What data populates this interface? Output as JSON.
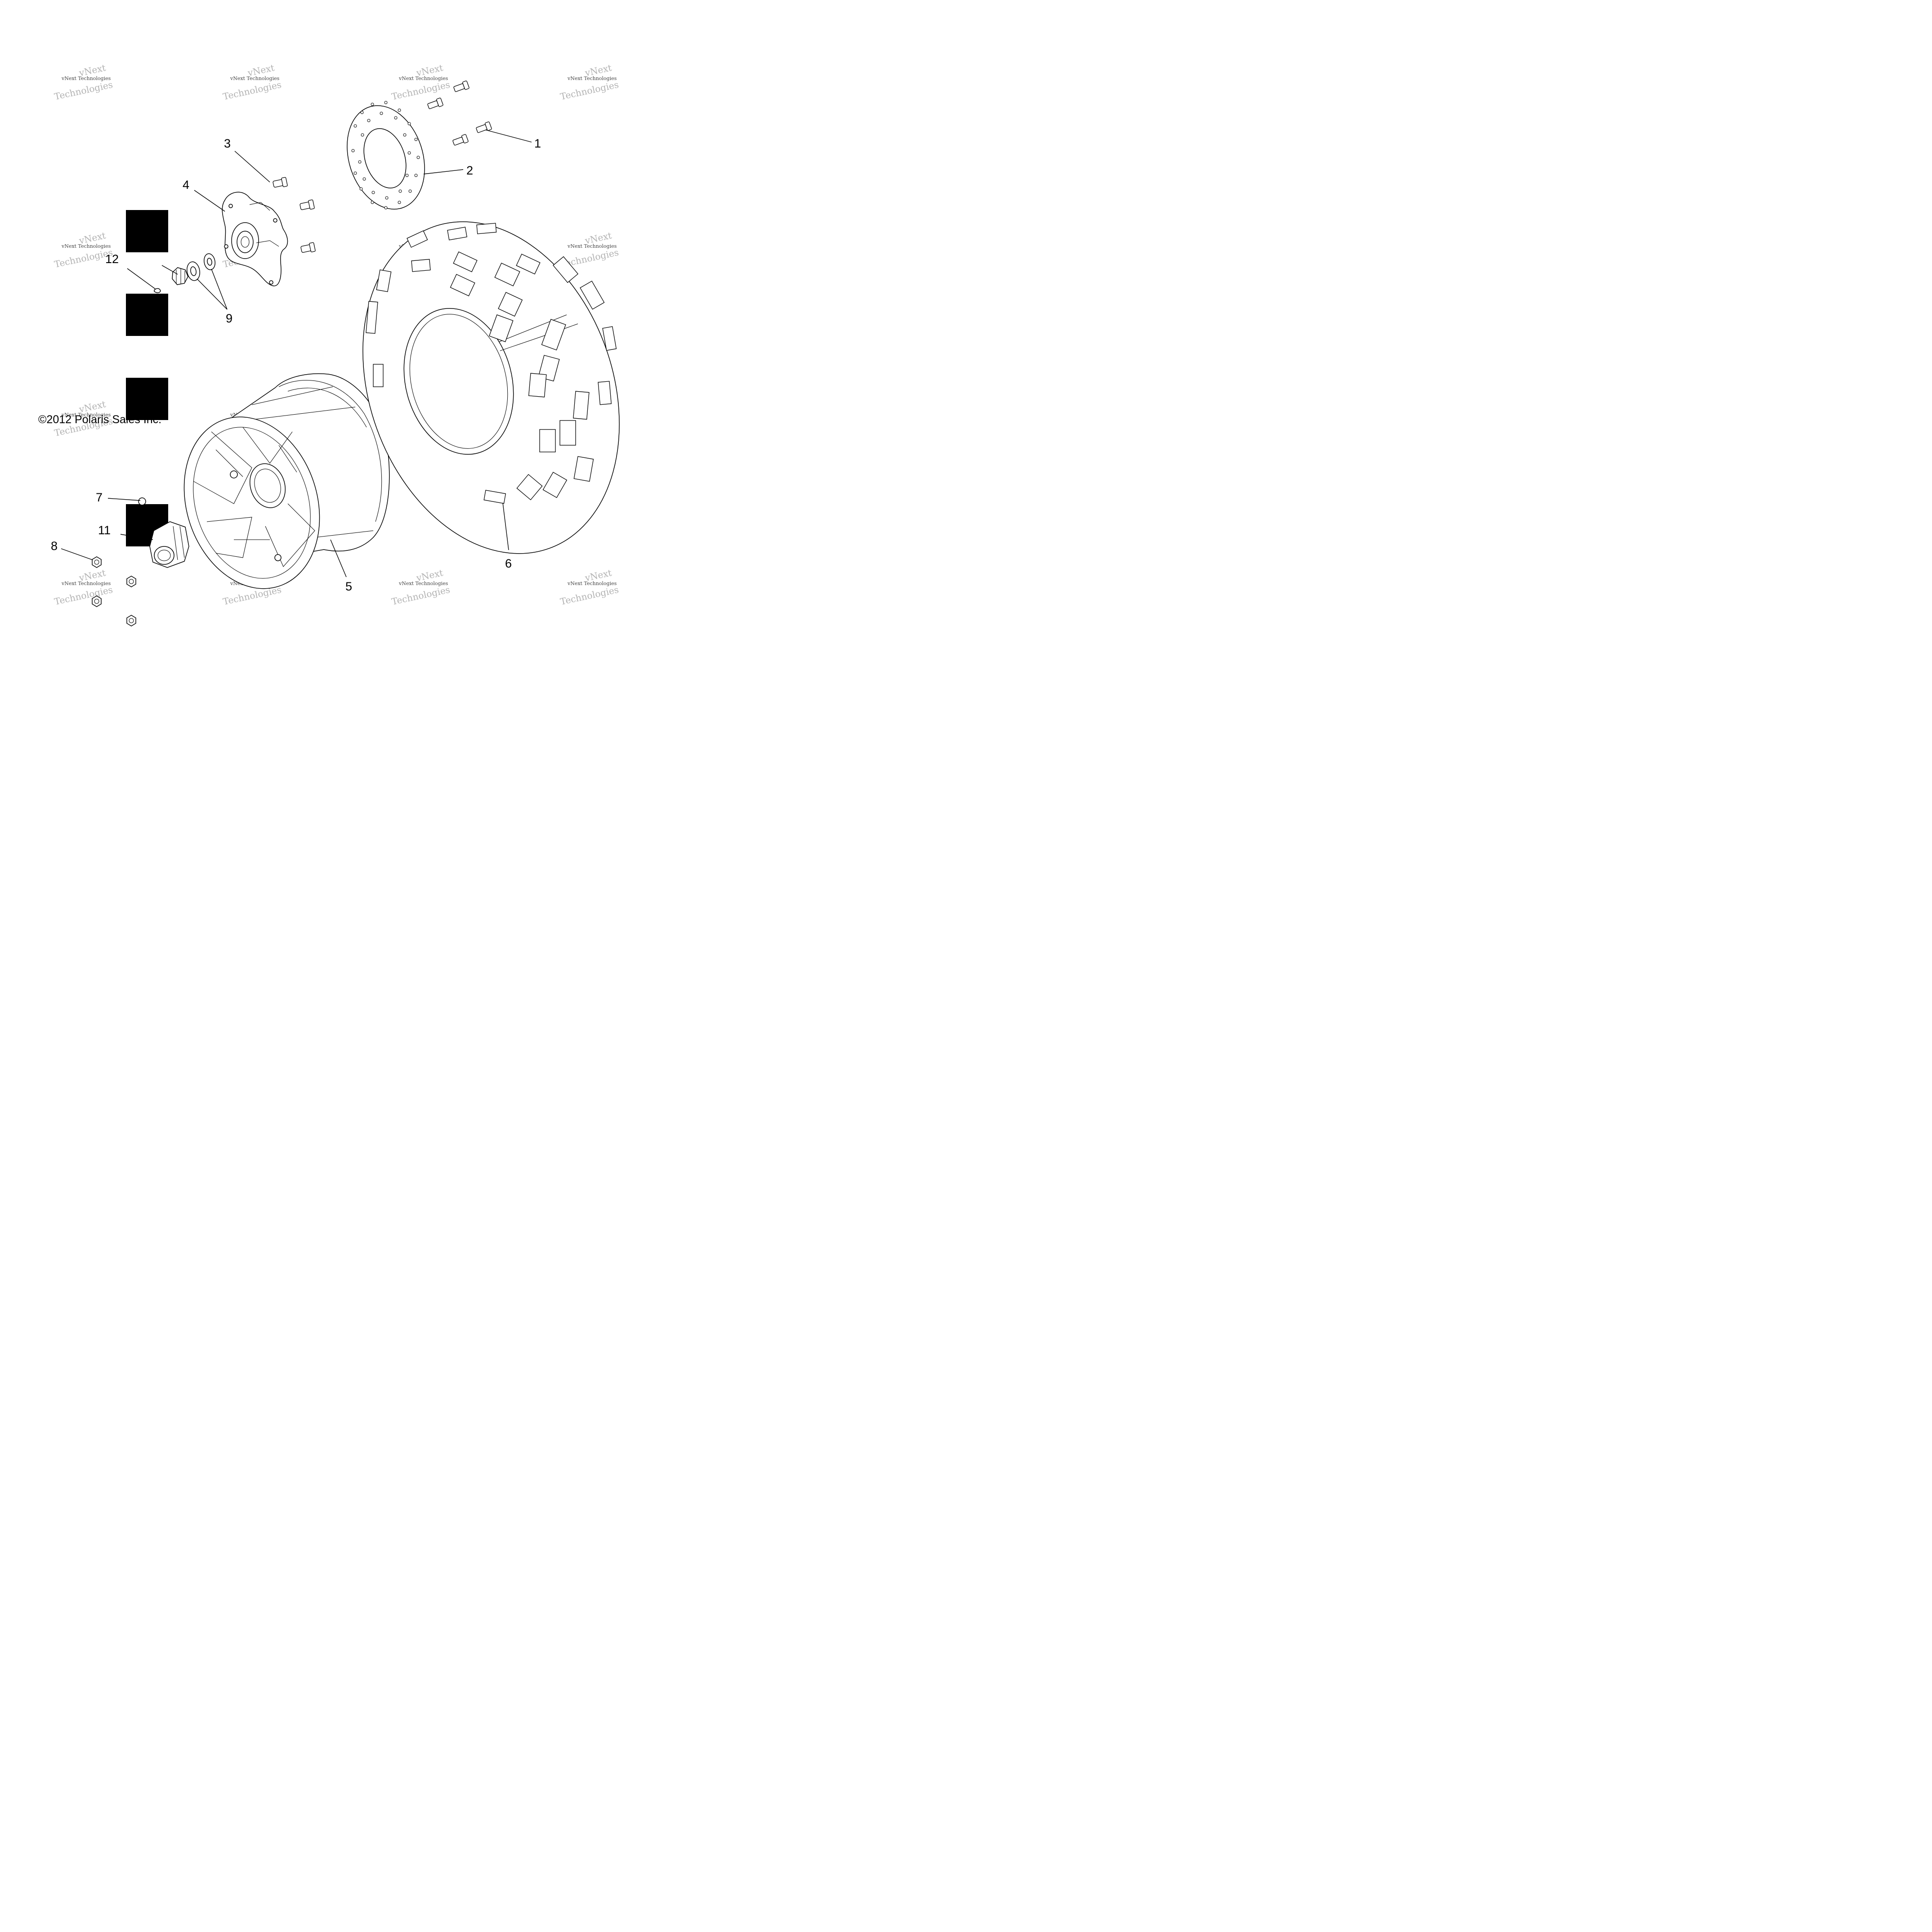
{
  "watermark": {
    "line1": "vNext Technologies",
    "line2": "vNext",
    "line3": "Technologies"
  },
  "copyright": "©2012 Polaris Sales Inc.",
  "callouts": {
    "c1": "1",
    "c2": "2",
    "c3": "3",
    "c4": "4",
    "c5": "5",
    "c6": "6",
    "c7": "7",
    "c8": "8",
    "c9": "9",
    "c11": "11",
    "c12": "12"
  }
}
